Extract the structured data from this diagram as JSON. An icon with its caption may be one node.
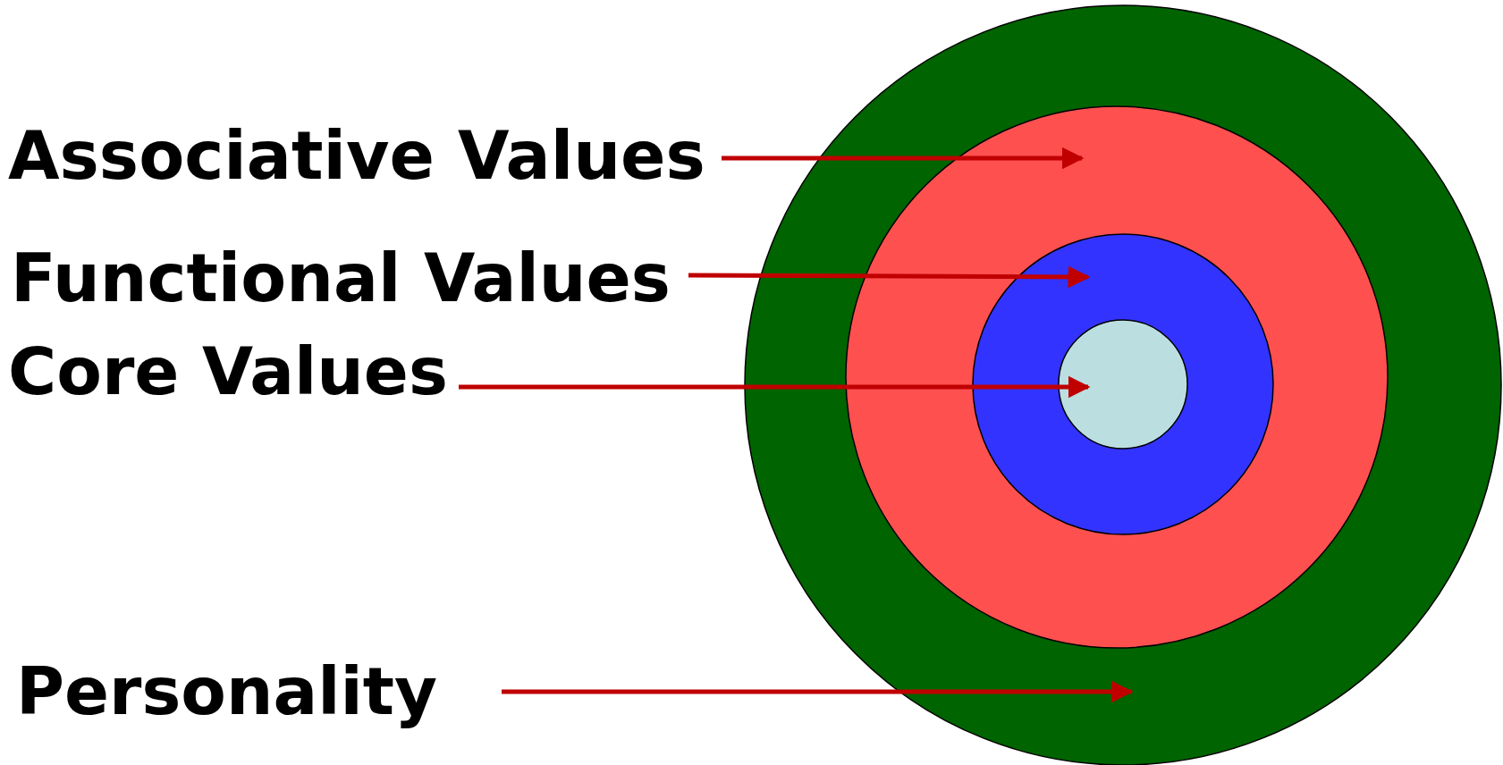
{
  "diagram": {
    "nodes": [
      {
        "text": [
          "Associative Values"
        ]
      },
      {
        "text": [
          "Functional Values"
        ]
      },
      {
        "text": [
          "Core Values"
        ]
      },
      {
        "text": [
          "Personality"
        ]
      },
      {
        "text": [],
        "shape": "circle"
      },
      {
        "text": [],
        "shape": "circle",
        "in": 4
      },
      {
        "text": [],
        "shape": "circle",
        "in": 5
      },
      {
        "text": [],
        "shape": "circle",
        "in": 6
      }
    ],
    "edges": [
      {
        "from": 0,
        "to": 5,
        "arrow": "to"
      },
      {
        "from": 1,
        "to": 6,
        "arrow": "to"
      },
      {
        "from": 2,
        "to": 7,
        "arrow": "to"
      },
      {
        "from": 3,
        "to": 4,
        "arrow": "to"
      }
    ]
  }
}
